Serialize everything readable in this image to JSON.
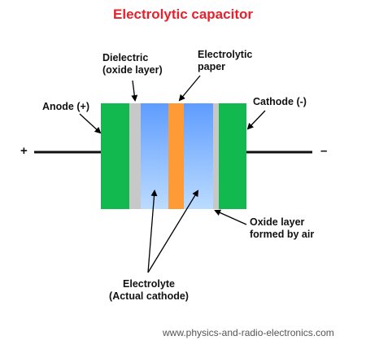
{
  "title": "Electrolytic capacitor",
  "labels": {
    "dielectric": [
      "Dielectric",
      "(oxide layer)"
    ],
    "electrolytic_paper": [
      "Electrolytic",
      "paper"
    ],
    "anode": "Anode (+)",
    "cathode": "Cathode (-)",
    "oxide_air": [
      "Oxide layer",
      "formed by air"
    ],
    "electrolyte": [
      "Electrolyte",
      "(Actual cathode)"
    ]
  },
  "terminals": {
    "positive": "+",
    "negative": "–"
  },
  "footer": "www.physics-and-radio-electronics.com",
  "colors": {
    "title": "#e8202a",
    "plate": "#12b94e",
    "oxide": "#c8c8c8",
    "paper": "#ff9b36",
    "electrolyte_top": "#5e9cff",
    "electrolyte_bottom": "#bcdcff",
    "wire": "#111111"
  }
}
